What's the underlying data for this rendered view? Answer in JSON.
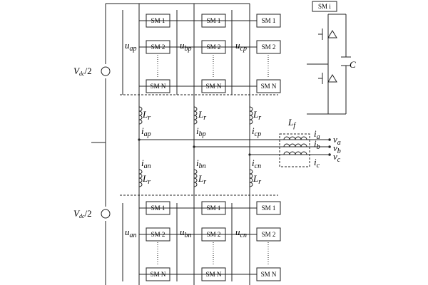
{
  "labels": {
    "sm1": "SM 1",
    "sm2": "SM 2",
    "smN": "SM N",
    "smTop": "SM i",
    "vdc": "V",
    "vdc_sub": "dc",
    "vdc_div": "/2",
    "capacitor": "C",
    "arm_inductor": "L",
    "arm_inductor_sub": "r",
    "filter_inductor": "L",
    "filter_inductor_sub": "f",
    "u_ap": "u",
    "u_ap_sub": "ap",
    "u_bp": "u",
    "u_bp_sub": "bp",
    "u_cp": "u",
    "u_cp_sub": "cp",
    "u_an": "u",
    "u_an_sub": "an",
    "u_bn": "u",
    "u_bn_sub": "bn",
    "u_cn": "u",
    "u_cn_sub": "cn",
    "i_ap": "i",
    "i_ap_sub": "ap",
    "i_bp": "i",
    "i_bp_sub": "bp",
    "i_cp": "i",
    "i_cp_sub": "cp",
    "i_an": "i",
    "i_an_sub": "an",
    "i_bn": "i",
    "i_bn_sub": "bn",
    "i_cn": "i",
    "i_cn_sub": "cn",
    "i_a": "i",
    "i_a_sub": "a",
    "i_b": "i",
    "i_b_sub": "b",
    "i_c": "i",
    "i_c_sub": "c",
    "v_a": "v",
    "v_a_sub": "a",
    "v_b": "v",
    "v_b_sub": "b",
    "v_c": "v",
    "v_c_sub": "c"
  }
}
